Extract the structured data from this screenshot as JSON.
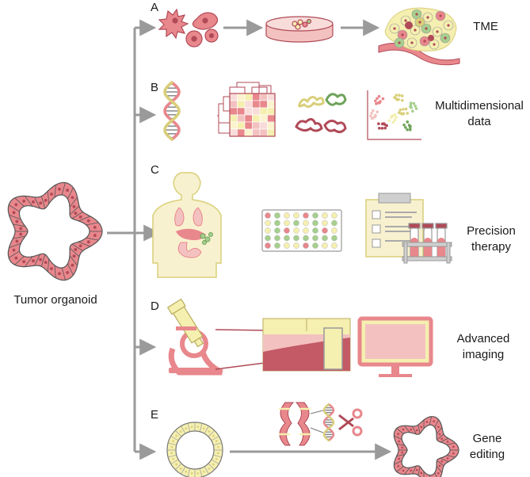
{
  "source": {
    "label": "Tumor organoid"
  },
  "rows": [
    {
      "letter": "A",
      "outcome_lines": [
        "TME"
      ]
    },
    {
      "letter": "B",
      "outcome_lines": [
        "Multidimensional",
        "data"
      ]
    },
    {
      "letter": "C",
      "outcome_lines": [
        "Precision",
        "therapy"
      ]
    },
    {
      "letter": "D",
      "outcome_lines": [
        "Advanced",
        "imaging"
      ]
    },
    {
      "letter": "E",
      "outcome_lines": [
        "Gene",
        "editing"
      ]
    }
  ],
  "colors": {
    "pink": "#e8878c",
    "pink_dark": "#b04a57",
    "pink_light": "#f3c2c0",
    "yellow": "#f5efb0",
    "yellow_dark": "#d9cf7a",
    "green": "#a6cf8e",
    "green_dark": "#6ea35a",
    "arrow": "#9a9a9a",
    "line": "#444444"
  },
  "icons": [
    "tumor-organoid-icon",
    "cells-icon",
    "petri-dish-icon",
    "tme-tissue-icon",
    "dna-icon",
    "heatmap-icon",
    "chromatin-icon",
    "scatter-plot-icon",
    "human-body-icon",
    "well-plate-icon",
    "clipboard-icon",
    "test-tubes-icon",
    "microscope-icon",
    "tissue-section-icon",
    "monitor-icon",
    "normal-organoid-icon",
    "chromosome-icon",
    "scissors-icon",
    "edited-organoid-icon"
  ]
}
